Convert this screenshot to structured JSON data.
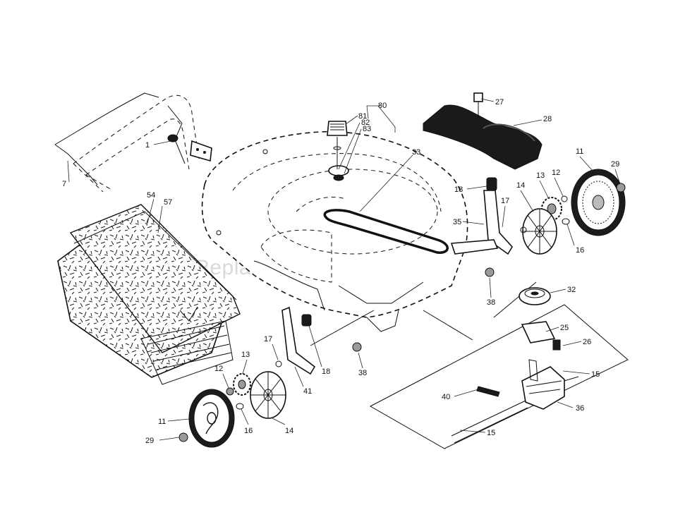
{
  "watermark": "eReplacementParts.com",
  "callouts": [
    {
      "id": "c1",
      "text": "1"
    },
    {
      "id": "c7",
      "text": "7"
    },
    {
      "id": "c81",
      "text": "81"
    },
    {
      "id": "c80",
      "text": "80"
    },
    {
      "id": "c82",
      "text": "82"
    },
    {
      "id": "c83",
      "text": "83"
    },
    {
      "id": "c33",
      "text": "33"
    },
    {
      "id": "c27",
      "text": "27"
    },
    {
      "id": "c28",
      "text": "28"
    },
    {
      "id": "c11r",
      "text": "11"
    },
    {
      "id": "c29r",
      "text": "29"
    },
    {
      "id": "c13r",
      "text": "13"
    },
    {
      "id": "c12r",
      "text": "12"
    },
    {
      "id": "c18r",
      "text": "18"
    },
    {
      "id": "c14r",
      "text": "14"
    },
    {
      "id": "c17r",
      "text": "17"
    },
    {
      "id": "c35",
      "text": "35"
    },
    {
      "id": "c16r",
      "text": "16"
    },
    {
      "id": "c54",
      "text": "54"
    },
    {
      "id": "c57",
      "text": "57"
    },
    {
      "id": "c38r",
      "text": "38"
    },
    {
      "id": "c32",
      "text": "32"
    },
    {
      "id": "c25",
      "text": "25"
    },
    {
      "id": "c26",
      "text": "26"
    },
    {
      "id": "c15a",
      "text": "15"
    },
    {
      "id": "c40",
      "text": "40"
    },
    {
      "id": "c36",
      "text": "36"
    },
    {
      "id": "c15b",
      "text": "15"
    },
    {
      "id": "c38l",
      "text": "38"
    },
    {
      "id": "c17l",
      "text": "17"
    },
    {
      "id": "c18l",
      "text": "18"
    },
    {
      "id": "c41",
      "text": "41"
    },
    {
      "id": "c13l",
      "text": "13"
    },
    {
      "id": "c12l",
      "text": "12"
    },
    {
      "id": "c11l",
      "text": "11"
    },
    {
      "id": "c29l",
      "text": "29"
    },
    {
      "id": "c16l",
      "text": "16"
    },
    {
      "id": "c14l",
      "text": "14"
    }
  ]
}
